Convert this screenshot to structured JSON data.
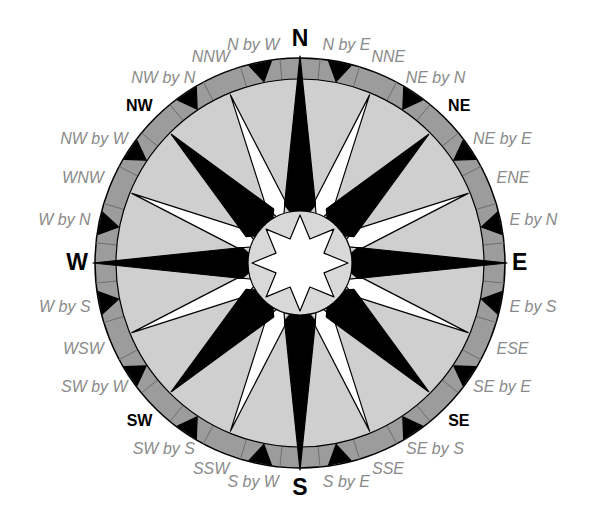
{
  "diagram": {
    "labels": [
      "N",
      "N by E",
      "NNE",
      "NE by N",
      "NE",
      "NE by E",
      "ENE",
      "E by N",
      "E",
      "E by S",
      "ESE",
      "SE by E",
      "SE",
      "SE by S",
      "SSE",
      "S by E",
      "S",
      "S by W",
      "SSW",
      "SW by S",
      "SW",
      "SW by W",
      "WSW",
      "W by S",
      "W",
      "W by N",
      "WNW",
      "NW by W",
      "NW",
      "NW by N",
      "NNW",
      "N by W"
    ]
  }
}
